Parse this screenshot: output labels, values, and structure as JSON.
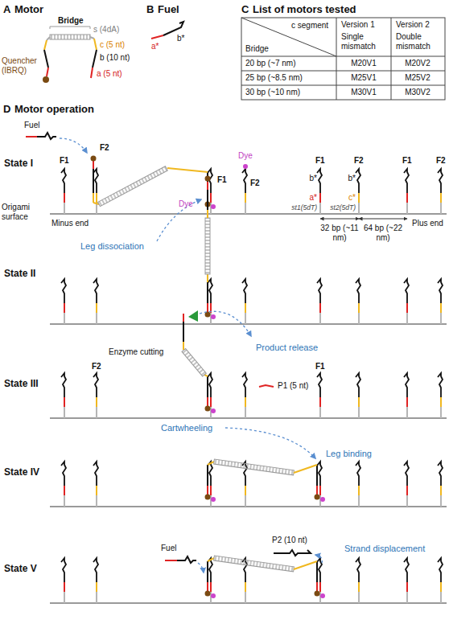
{
  "diagram": {
    "labels": [
      "A",
      "Motor",
      "Bridge",
      "s (4dA)",
      "c (5 nt)",
      "b (10 nt)",
      "a (5 nt)",
      "Quencher (IBRQ)",
      "B",
      "Fuel",
      "b*",
      "a*",
      "C",
      "List of motors tested",
      "c segment",
      "Bridge",
      "Version 1",
      "Version 2",
      "Single mismatch",
      "Double mismatch",
      "20 bp (~7 nm)",
      "M20V1",
      "M20V2",
      "25 bp (~8.5 nm)",
      "M25V1",
      "M25V2",
      "30 bp (~10 nm)",
      "M30V1",
      "M30V2",
      "D",
      "Motor operation",
      "Fuel",
      "State I",
      "F1",
      "F2",
      "F1",
      "Dye",
      "Dye",
      "F2",
      "F1",
      "F2",
      "F1",
      "F2",
      "b*",
      "a*",
      "st1(5dT)",
      "b*",
      "c*",
      "st2(5dT)",
      "Origami surface",
      "Minus end",
      "32 bp (~11 nm)",
      "64 bp (~22 nm)",
      "Plus end",
      "State II",
      "Leg dissociation",
      "State III",
      "F2",
      "Enzyme cutting",
      "Product release",
      "F1",
      "P1 (5 nt)",
      "Cartwheeling",
      "State IV",
      "Leg binding",
      "State V",
      "Fuel",
      "Strand displacement",
      "P2 (10 nt)"
    ]
  }
}
